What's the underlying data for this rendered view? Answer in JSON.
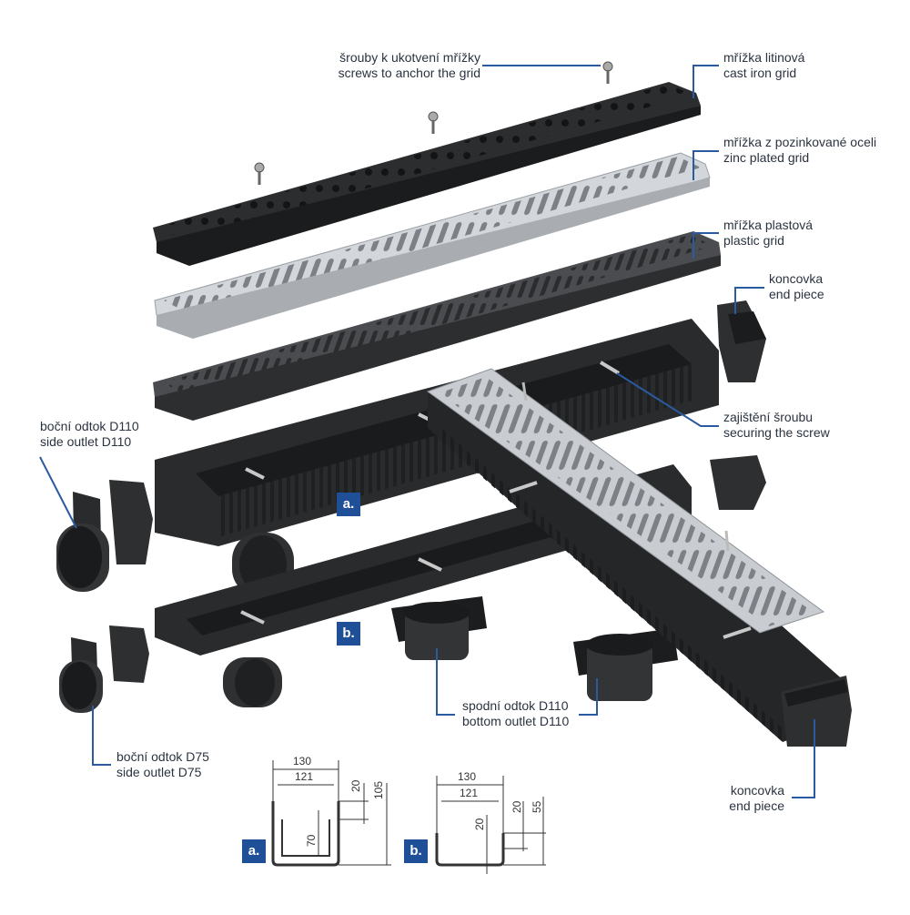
{
  "labels": {
    "screws": [
      "šrouby k ukotvení mřížky",
      "screws to anchor the grid"
    ],
    "cast_iron": [
      "mřížka litinová",
      "cast iron grid"
    ],
    "zinc": [
      "mřížka z pozinkované oceli",
      "zinc plated grid"
    ],
    "plastic": [
      "mřížka plastová",
      "plastic grid"
    ],
    "end_piece_top": [
      "koncovka",
      "end piece"
    ],
    "securing": [
      "zajištění šroubu",
      "securing the screw"
    ],
    "side_d110": [
      "boční odtok D110",
      "side outlet D110"
    ],
    "bottom_d110": [
      "spodní odtok D110",
      "bottom outlet D110"
    ],
    "side_d75": [
      "boční odtok D75",
      "side outlet D75"
    ],
    "end_piece_bottom": [
      "koncovka",
      "end piece"
    ]
  },
  "badges": {
    "a": "a.",
    "b": "b."
  },
  "dims": {
    "a": {
      "w_outer": "130",
      "w_inner": "121",
      "h_grid": "20",
      "h_total": "105",
      "h_inner": "70"
    },
    "b": {
      "w_outer": "130",
      "w_inner": "121",
      "h_grid": "20",
      "h_total": "55",
      "h_inner": "20"
    }
  },
  "colors": {
    "accent": "#1f4f96",
    "leader": "#2a5aa0",
    "dark": "#2e2f31",
    "steel": "#c9ccd0"
  }
}
